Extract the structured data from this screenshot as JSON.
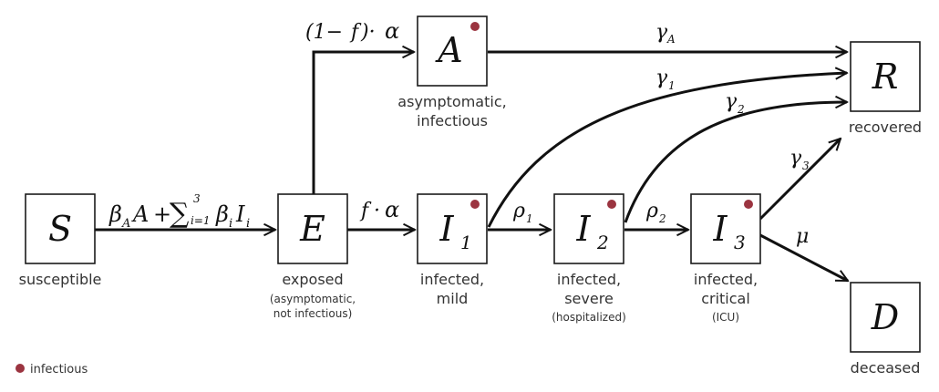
{
  "colors": {
    "infectious_dot": "#9b3440",
    "line": "#111111"
  },
  "nodes": {
    "S": {
      "symbol": "S",
      "caption": "susceptible"
    },
    "E": {
      "symbol": "E",
      "caption": "exposed",
      "note1": "(asymptomatic,",
      "note2": "not infectious)"
    },
    "A": {
      "symbol": "A",
      "caption1": "asymptomatic,",
      "caption2": "infectious"
    },
    "I1": {
      "symbol": "I",
      "sub": "1",
      "caption1": "infected,",
      "caption2": "mild"
    },
    "I2": {
      "symbol": "I",
      "sub": "2",
      "caption1": "infected,",
      "caption2": "severe",
      "note": "(hospitalized)"
    },
    "I3": {
      "symbol": "I",
      "sub": "3",
      "caption1": "infected,",
      "caption2": "critical",
      "note": "(ICU)"
    },
    "R": {
      "symbol": "R",
      "caption": "recovered"
    },
    "D": {
      "symbol": "D",
      "caption": "deceased"
    }
  },
  "edges": {
    "S_E": {
      "beta": "β",
      "beta_sub": "A",
      "A": "A",
      "plus": "+",
      "sum": "∑",
      "sum_sup": "3",
      "sum_sub": "i=1",
      "beta2": "β",
      "beta2_sub": "i",
      "I": "I",
      "I_sub": "i"
    },
    "E_A": {
      "open": "(1−",
      "f": "f",
      "close": ")·",
      "alpha": "α"
    },
    "E_I1": {
      "f": "f",
      "dot": "·",
      "alpha": "α"
    },
    "A_R": {
      "gamma": "γ",
      "sub": "A"
    },
    "I1_R": {
      "gamma": "γ",
      "sub": "1"
    },
    "I2_R": {
      "gamma": "γ",
      "sub": "2"
    },
    "I3_R": {
      "gamma": "γ",
      "sub": "3"
    },
    "I1_I2": {
      "rho": "ρ",
      "sub": "1"
    },
    "I2_I3": {
      "rho": "ρ",
      "sub": "2"
    },
    "I3_D": {
      "mu": "μ"
    }
  },
  "legend": {
    "label": "infectious"
  }
}
